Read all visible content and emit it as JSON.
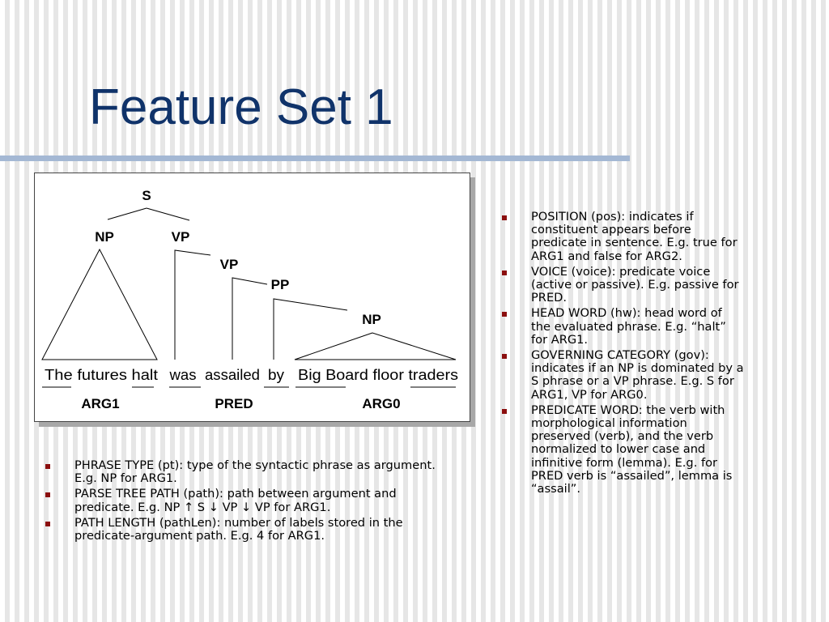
{
  "title": "Feature Set 1",
  "tree": {
    "nodes": {
      "s": "S",
      "np1": "NP",
      "vp1": "VP",
      "vp2": "VP",
      "pp": "PP",
      "np2": "NP"
    },
    "words": {
      "w1": "The futures halt",
      "w2": "was",
      "w3": "assailed",
      "w4": "by",
      "w5": "Big Board floor traders"
    },
    "roles": {
      "arg1": "ARG1",
      "pred": "PRED",
      "arg0": "ARG0"
    }
  },
  "right_bullets": [
    "POSITION (pos): indicates if constituent appears before predicate in sentence. E.g. true for ARG1 and false for ARG2.",
    "VOICE (voice): predicate voice (active or passive). E.g. passive for PRED.",
    "HEAD WORD (hw): head word of the evaluated phrase. E.g. “halt” for ARG1.",
    "GOVERNING CATEGORY (gov): indicates if an NP is dominated by a S phrase or a VP phrase. E.g. S for ARG1, VP for ARG0.",
    "PREDICATE WORD: the verb with morphological information preserved (verb), and the verb normalized to lower case and infinitive form (lemma). E.g. for PRED verb is “assailed”, lemma is “assail”."
  ],
  "bottom_bullets": [
    "PHRASE TYPE (pt): type of the syntactic phrase as argument. E.g. NP for ARG1.",
    "PARSE TREE PATH (path): path between argument and predicate. E.g. NP ↑ S ↓ VP ↓ VP for ARG1.",
    "PATH LENGTH (pathLen): number of labels stored in the predicate-argument path. E.g. 4 for ARG1."
  ],
  "colors": {
    "title": "#10336a",
    "rule": "#a4b8d4",
    "bullet": "#8b0f0f"
  }
}
